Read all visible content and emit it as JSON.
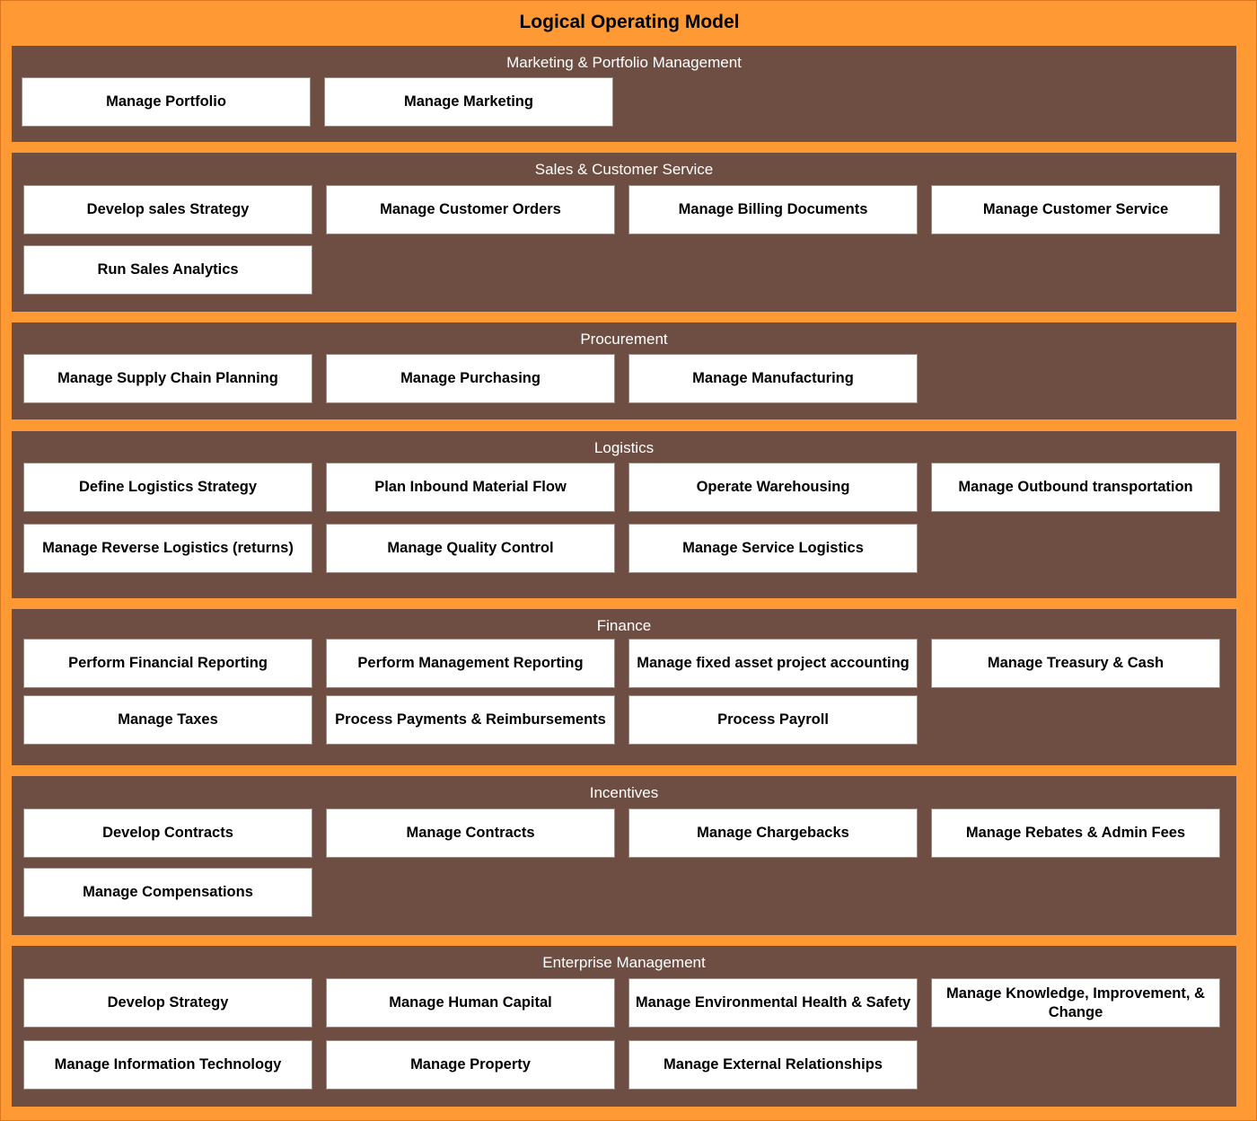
{
  "title": "Logical Operating Model",
  "sections": [
    {
      "title": "Marketing & Portfolio Management",
      "items": [
        "Manage Portfolio",
        "Manage Marketing"
      ]
    },
    {
      "title": "Sales & Customer Service",
      "items": [
        "Develop sales Strategy",
        "Manage Customer Orders",
        "Manage Billing Documents",
        "Manage Customer Service",
        "Run Sales Analytics"
      ]
    },
    {
      "title": "Procurement",
      "items": [
        "Manage Supply Chain Planning",
        "Manage Purchasing",
        "Manage Manufacturing"
      ]
    },
    {
      "title": "Logistics",
      "items": [
        "Define Logistics Strategy",
        "Plan Inbound Material Flow",
        "Operate Warehousing",
        "Manage Outbound transportation",
        "Manage Reverse Logistics (returns)",
        "Manage Quality Control",
        "Manage Service Logistics"
      ]
    },
    {
      "title": "Finance",
      "items": [
        "Perform Financial Reporting",
        "Perform Management Reporting",
        "Manage fixed asset project accounting",
        "Manage Treasury & Cash",
        "Manage Taxes",
        "Process Payments & Reimbursements",
        "Process Payroll"
      ]
    },
    {
      "title": "Incentives",
      "items": [
        "Develop Contracts",
        "Manage Contracts",
        "Manage Chargebacks",
        "Manage Rebates & Admin Fees",
        "Manage Compensations"
      ]
    },
    {
      "title": "Enterprise Management",
      "items": [
        "Develop Strategy",
        "Manage Human Capital",
        "Manage Environmental Health & Safety",
        "Manage Knowledge, Improvement, & Change",
        "Manage Information Technology",
        "Manage Property",
        "Manage External Relationships"
      ]
    }
  ]
}
